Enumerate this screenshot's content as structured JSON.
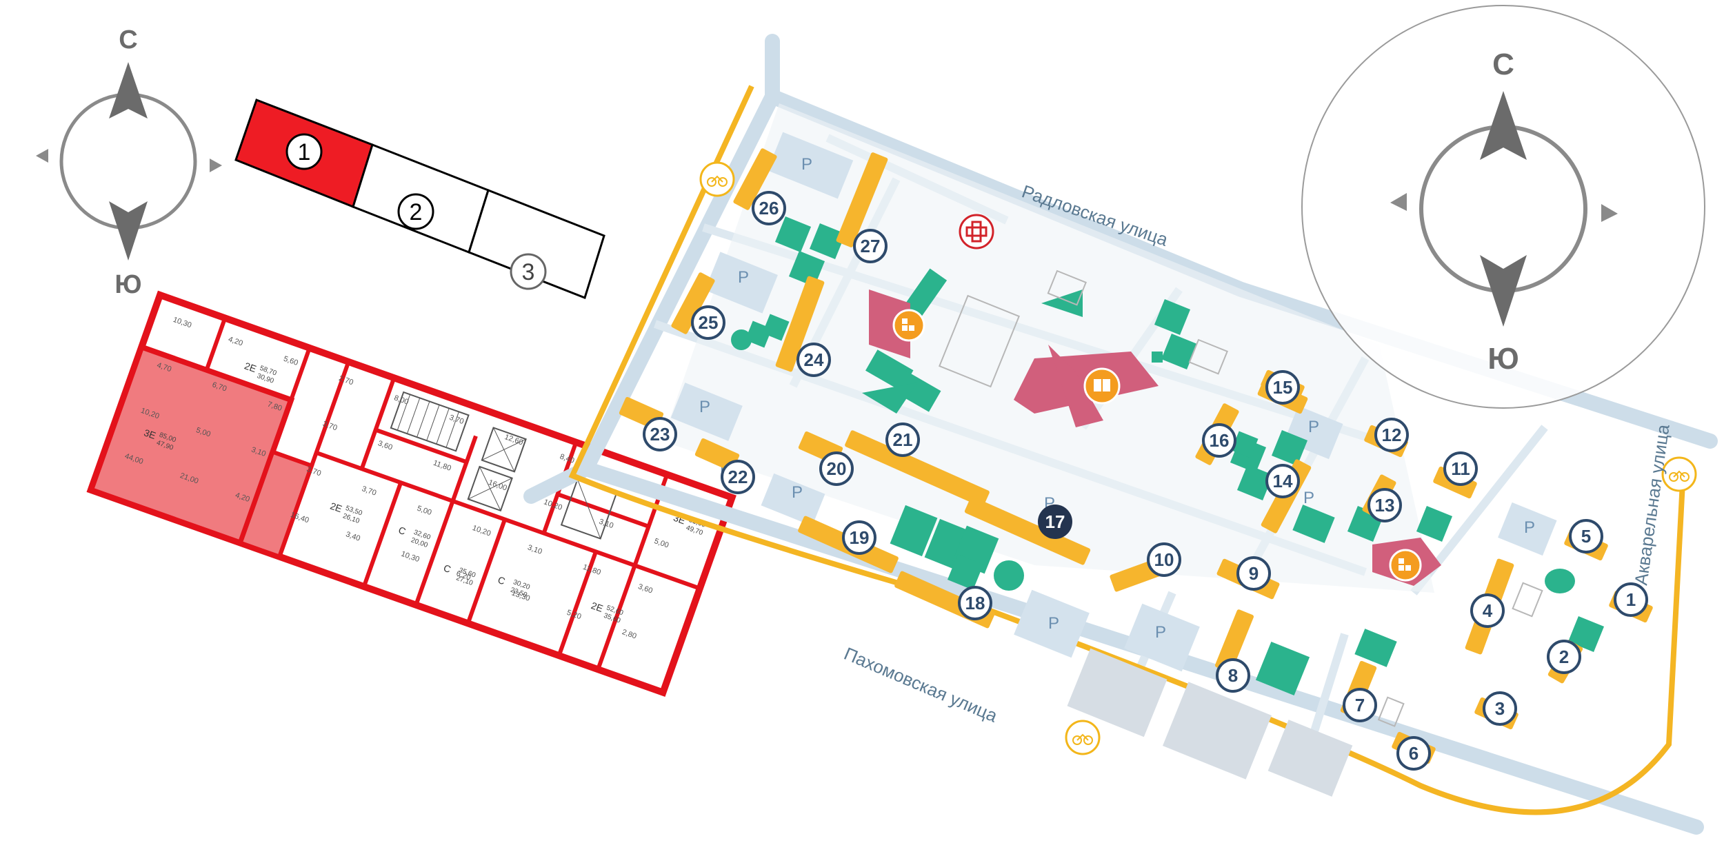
{
  "compass_small": {
    "north": "С",
    "south": "Ю"
  },
  "compass_large": {
    "north": "С",
    "south": "Ю"
  },
  "sections": [
    {
      "label": "1",
      "selected": true
    },
    {
      "label": "2",
      "selected": false
    },
    {
      "label": "3",
      "selected": false
    }
  ],
  "streets": {
    "radlovskaya": "Радловская улица",
    "pakhomovskaya": "Пахомовская улица",
    "akvarelnaya": "Акварельная улица"
  },
  "parking_label": "P",
  "buildings": [
    {
      "num": "1",
      "highlight": false
    },
    {
      "num": "2",
      "highlight": false
    },
    {
      "num": "3",
      "highlight": false
    },
    {
      "num": "4",
      "highlight": false
    },
    {
      "num": "5",
      "highlight": false
    },
    {
      "num": "6",
      "highlight": false
    },
    {
      "num": "7",
      "highlight": false
    },
    {
      "num": "8",
      "highlight": false
    },
    {
      "num": "9",
      "highlight": false
    },
    {
      "num": "10",
      "highlight": false
    },
    {
      "num": "11",
      "highlight": false
    },
    {
      "num": "12",
      "highlight": false
    },
    {
      "num": "13",
      "highlight": false
    },
    {
      "num": "14",
      "highlight": false
    },
    {
      "num": "15",
      "highlight": false
    },
    {
      "num": "16",
      "highlight": false
    },
    {
      "num": "17",
      "highlight": true
    },
    {
      "num": "18",
      "highlight": false
    },
    {
      "num": "19",
      "highlight": false
    },
    {
      "num": "20",
      "highlight": false
    },
    {
      "num": "21",
      "highlight": false
    },
    {
      "num": "22",
      "highlight": false
    },
    {
      "num": "23",
      "highlight": false
    },
    {
      "num": "24",
      "highlight": false
    },
    {
      "num": "25",
      "highlight": false
    },
    {
      "num": "26",
      "highlight": false
    },
    {
      "num": "27",
      "highlight": false
    }
  ],
  "floorplan": {
    "units": [
      {
        "type": "3Е",
        "areas": [
          "85,00",
          "47,90"
        ]
      },
      {
        "type": "2Е",
        "areas": [
          "58,70",
          "30,90"
        ]
      },
      {
        "type": "2Е",
        "areas": [
          "53,50",
          "26,10"
        ]
      },
      {
        "type": "С",
        "areas": [
          "32,60",
          "20,00"
        ]
      },
      {
        "type": "С",
        "areas": [
          "35,60",
          "27,10"
        ]
      },
      {
        "type": "С",
        "areas": [
          "30,20",
          "23,50"
        ]
      },
      {
        "type": "2Е",
        "areas": [
          "52,60",
          "35,60"
        ]
      },
      {
        "type": "3Е",
        "areas": [
          "81,60",
          "49,70"
        ]
      }
    ],
    "room_areas": [
      "10,30",
      "4,20",
      "5,60",
      "2,70",
      "8,00",
      "3,70",
      "12,60",
      "8,40",
      "11,80",
      "13,10",
      "4,70",
      "6,70",
      "7,80",
      "3,70",
      "3,60",
      "11,80",
      "16,00",
      "10,20",
      "3,10",
      "5,00",
      "10,20",
      "5,00",
      "3,10",
      "3,70",
      "3,70",
      "5,00",
      "10,20",
      "3,10",
      "11,80",
      "3,60",
      "44,00",
      "21,00",
      "4,20",
      "16,40",
      "3,40",
      "10,30",
      "6,20",
      "13,30",
      "5,20",
      "2,80"
    ]
  },
  "colors": {
    "selected_red": "#ee1c24",
    "building_yellow": "#f6b52d",
    "marker_navy": "#2e4a6b",
    "highlight_navy": "#24344f",
    "green_area": "#2bb38d",
    "school_pink": "#d15f7c",
    "road_blue": "#c9dbe8",
    "bike_orange": "#f3b61a"
  },
  "icons": [
    "compass-icon",
    "bicycle-icon",
    "hospital-cross-icon",
    "kindergarten-icon",
    "school-icon",
    "football-field-icon"
  ]
}
